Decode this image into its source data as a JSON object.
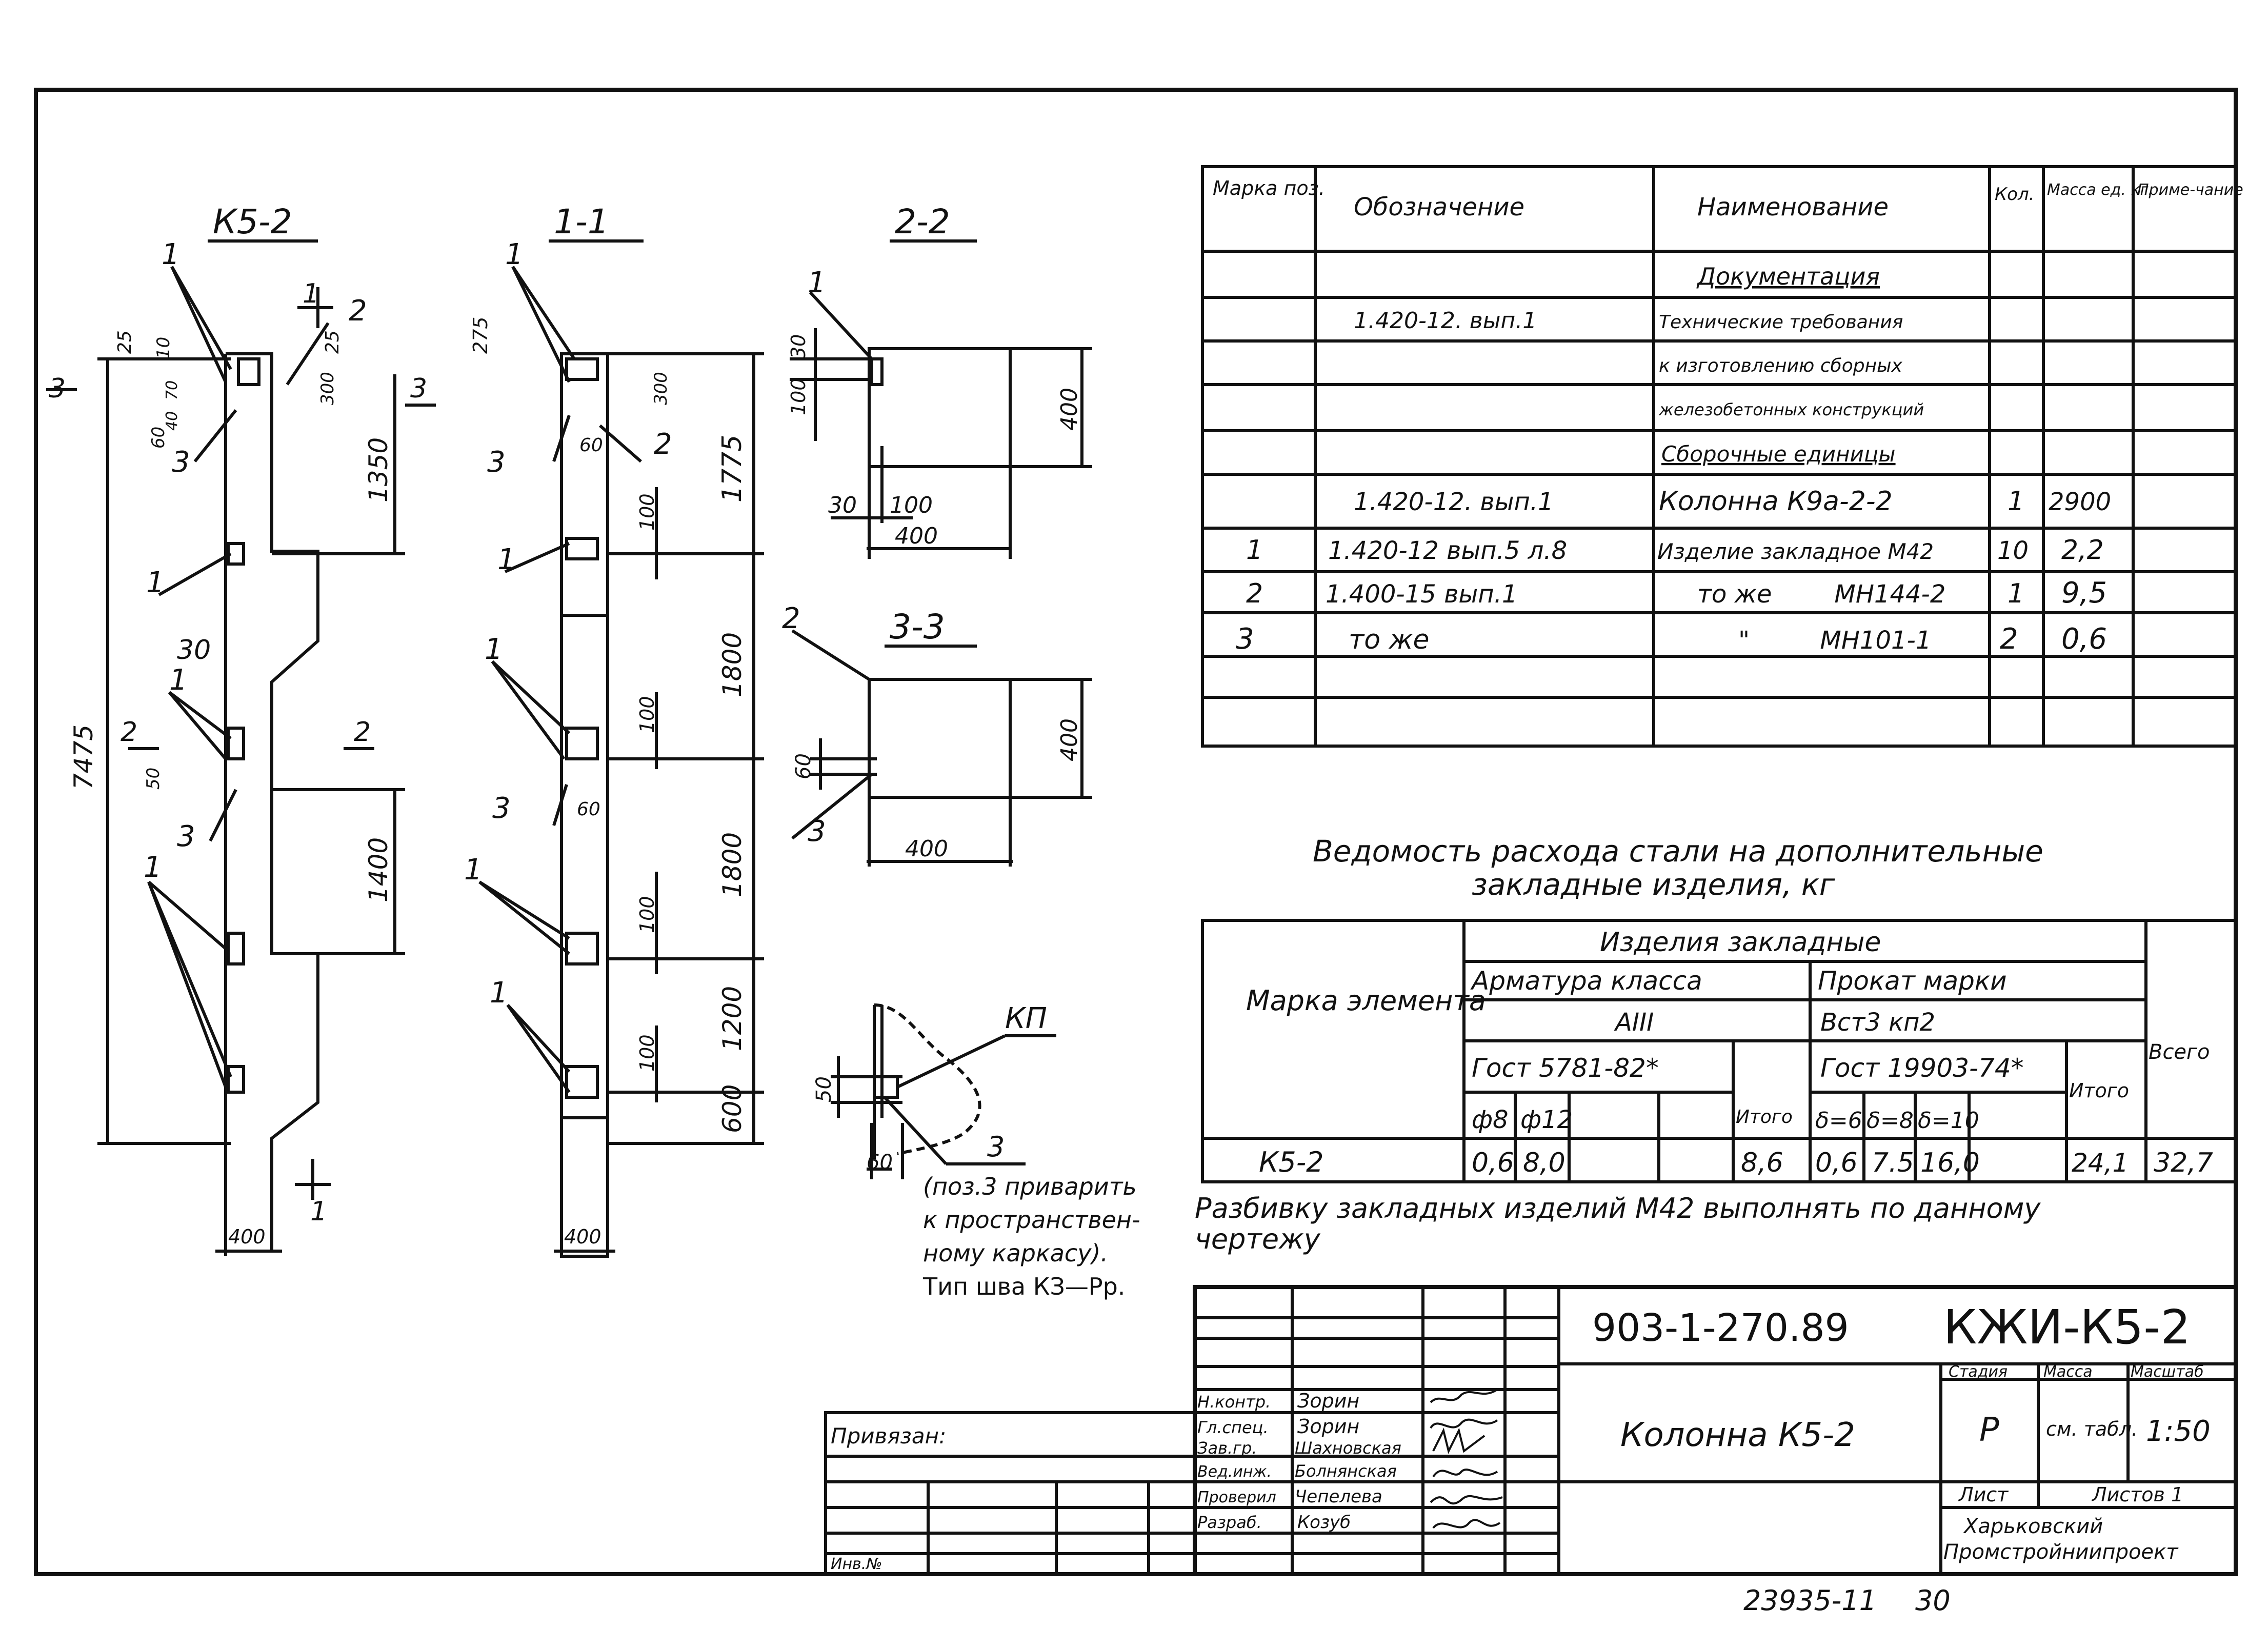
{
  "drawing": {
    "views": {
      "elevation": "К5-2",
      "section_1": "1-1",
      "section_2": "2-2",
      "section_3": "3-3"
    },
    "elevation_dims": {
      "total": "7475",
      "d1350": "1350",
      "d1400": "1400",
      "w400": "400",
      "d30": "30",
      "d25a": "25",
      "d25b": "25",
      "d10": "10",
      "d300": "300",
      "d60": "60",
      "d50": "50",
      "d70": "70",
      "d40": "40"
    },
    "section_dims": {
      "d275": "275",
      "d1775": "1775",
      "d1800a": "1800",
      "d1800b": "1800",
      "d1200": "1200",
      "d600": "600",
      "d100": "100",
      "d300": "300",
      "d60": "60",
      "w400": "400"
    },
    "section22_dims": {
      "d100": "100",
      "d30": "30",
      "d400v": "400",
      "d400h": "400",
      "d30b": "30",
      "d100b": "100"
    },
    "section33_dims": {
      "d60": "60",
      "d400v": "400",
      "d400h": "400"
    },
    "callouts": {
      "p1": "1",
      "p2": "2",
      "p3": "3",
      "kp": "КП",
      "d50": "50",
      "d60": "60"
    },
    "weld_note": [
      "(поз.3 приварить",
      "к пространствен-",
      "ному каркасу)."
    ],
    "weld_type": "Тип шва КЗ—Рр."
  },
  "spec_table": {
    "headers": [
      "Марка поз.",
      "Обозначение",
      "Наименование",
      "Кол.",
      "Масса ед. кг.",
      "Приме-чание"
    ],
    "rows": [
      [
        "",
        "",
        "Документация",
        "",
        "",
        ""
      ],
      [
        "",
        "1.420-12. вып.1",
        "Технические требования",
        "",
        "",
        ""
      ],
      [
        "",
        "",
        "к изготовлению сборных",
        "",
        "",
        ""
      ],
      [
        "",
        "",
        "железобетонных конструкций",
        "",
        "",
        ""
      ],
      [
        "",
        "",
        "Сборочные единицы",
        "",
        "",
        ""
      ],
      [
        "",
        "1.420-12. вып.1",
        "Колонна К9а-2-2",
        "1",
        "2900",
        ""
      ],
      [
        "1",
        "1.420-12 вып.5 л.8",
        "Изделие закладное М42",
        "10",
        "2,2",
        ""
      ],
      [
        "2",
        "1.400-15 вып.1",
        "то же        МН144-2",
        "1",
        "9,5",
        ""
      ],
      [
        "3",
        "то же",
        "\"         МН101-1",
        "2",
        "0,6",
        ""
      ],
      [
        "",
        "",
        "",
        "",
        "",
        ""
      ],
      [
        "",
        "",
        "",
        "",
        "",
        ""
      ]
    ]
  },
  "steel_table": {
    "title_line1": "Ведомость расхода стали на дополнительные",
    "title_line2": "закладные изделия, кг",
    "col_element": "Марка элемента",
    "col_group": "Изделия закладные",
    "armature": "Арматура класса",
    "armature_class": "АIII",
    "armature_gost": "Гост 5781-82*",
    "rolled": "Прокат марки",
    "rolled_grade": "Вст3 кп2",
    "rolled_gost": "Гост 19903-74*",
    "itogo": "Итого",
    "vsego": "Всего",
    "sub_arm": [
      "ф8",
      "ф12",
      "",
      ""
    ],
    "sub_roll": [
      "δ=6",
      "δ=8",
      "δ=10",
      ""
    ],
    "row": {
      "element": "К5-2",
      "arm": [
        "0,6",
        "8,0",
        "",
        ""
      ],
      "arm_total": "8,6",
      "roll": [
        "0,6",
        "7.5",
        "16,0",
        ""
      ],
      "roll_total": "24,1",
      "total": "32,7"
    }
  },
  "note": [
    "Разбивку закладных изделий М42 выполнять по данному",
    "чертежу"
  ],
  "title_block": {
    "doc_number": "903-1-270.89",
    "sheet_code": "КЖИ-К5-2",
    "title": "Колонна К5-2",
    "stage_label": "Стадия",
    "mass_label": "Масса",
    "scale_label": "Масштаб",
    "stage": "Р",
    "mass": "см. табл.",
    "scale": "1:50",
    "sheet_label": "Лист",
    "sheets_label": "Листов 1",
    "org": [
      "Харьковский",
      "Промстройниипроект"
    ],
    "staff": [
      {
        "role": "Н.контр.",
        "name": "Зорин"
      },
      {
        "role": "Гл.спец.",
        "name": "Зорин"
      },
      {
        "role": "Зав.гр.",
        "name": "Шахновская"
      },
      {
        "role": "Вед.инж.",
        "name": "Болнянская"
      },
      {
        "role": "Проверил",
        "name": "Чепелева"
      },
      {
        "role": "Разраб.",
        "name": "Козуб"
      }
    ],
    "privyazan": "Привязан:",
    "inv": "Инв.№"
  },
  "footer": {
    "archive": "23935-11",
    "page": "30"
  }
}
